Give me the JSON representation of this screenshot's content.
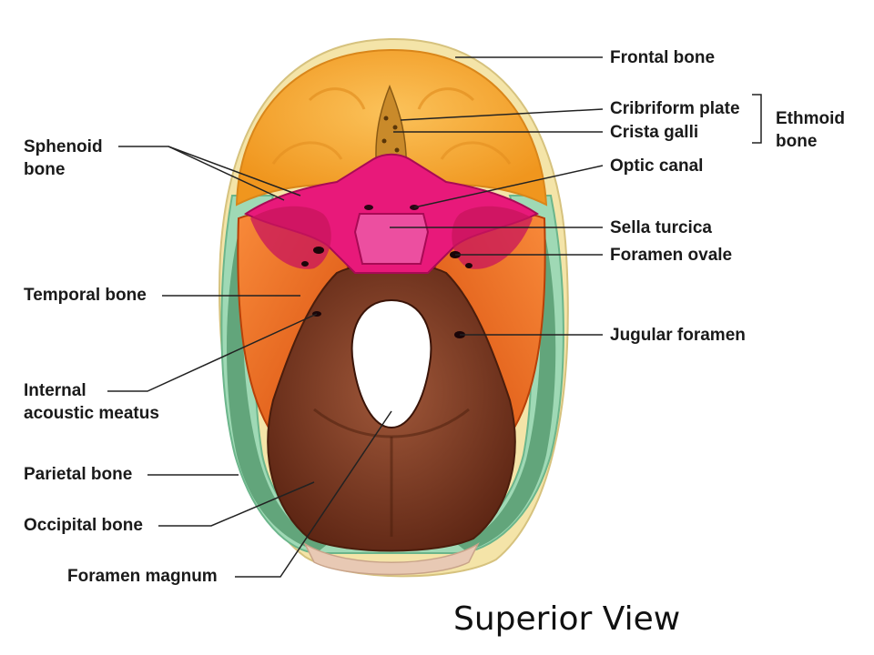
{
  "labels": {
    "frontal_bone": "Frontal bone",
    "cribriform_plate": "Cribriform plate",
    "crista_galli": "Crista galli",
    "ethmoid_bone_line1": "Ethmoid",
    "ethmoid_bone_line2": "bone",
    "sphenoid_bone_line1": "Sphenoid",
    "sphenoid_bone_line2": "bone",
    "optic_canal": "Optic canal",
    "sella_turcica": "Sella turcica",
    "foramen_ovale": "Foramen ovale",
    "temporal_bone": "Temporal bone",
    "jugular_foramen": "Jugular foramen",
    "internal_acoustic_meatus_line1": "Internal",
    "internal_acoustic_meatus_line2": "acoustic meatus",
    "parietal_bone": "Parietal bone",
    "occipital_bone": "Occipital bone",
    "foramen_magnum": "Foramen magnum"
  },
  "caption": "Superior View",
  "colors": {
    "frontal": "#f7a52c",
    "sphenoid": "#e8197a",
    "temporal": "#f26a1b",
    "occipital": "#7a3a22",
    "parietal": "#9fd9b5",
    "ethmoid": "#c98a2a",
    "skull_rim": "#f5e8b0"
  }
}
